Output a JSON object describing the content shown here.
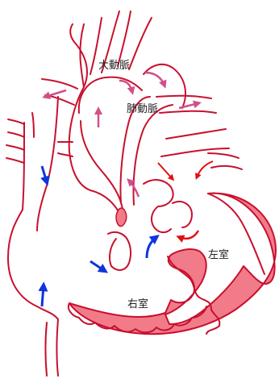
{
  "labels": {
    "aorta": "大動脈",
    "pulmonary_artery": "肺動脈",
    "left_ventricle": "左室",
    "right_ventricle": "右室"
  },
  "colors": {
    "vessel_outline": "#c8102e",
    "myocardium_fill": "#f27b8a",
    "venous_arrow": "#1133dd",
    "pulmonary_arrow": "#d0508a",
    "arterial_arrow": "#e01010"
  }
}
